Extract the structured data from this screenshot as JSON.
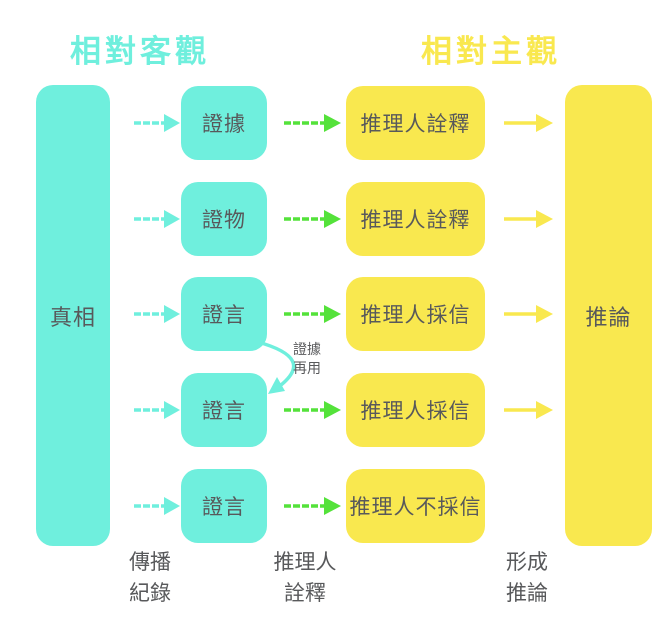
{
  "titles": {
    "left": "相對客觀",
    "right": "相對主觀"
  },
  "truth_box": {
    "label": "真相"
  },
  "inference_box": {
    "label": "推論"
  },
  "rows": [
    {
      "evidence": "證據",
      "judgment": "推理人詮釋",
      "to_inference": true
    },
    {
      "evidence": "證物",
      "judgment": "推理人詮釋",
      "to_inference": true
    },
    {
      "evidence": "證言",
      "judgment": "推理人採信",
      "to_inference": true
    },
    {
      "evidence": "證言",
      "judgment": "推理人採信",
      "to_inference": true
    },
    {
      "evidence": "證言",
      "judgment": "推理人不採信",
      "to_inference": false
    }
  ],
  "annotation": {
    "line1": "證據",
    "line2": "再用"
  },
  "stage_labels": [
    {
      "line1": "傳播",
      "line2": "紀錄"
    },
    {
      "line1": "推理人",
      "line2": "詮釋"
    },
    {
      "line1": "形成",
      "line2": "推論"
    }
  ],
  "colors": {
    "objective_cyan": "#6FEFDD",
    "subjective_yellow": "#F9E84F",
    "transition_green": "#54E23A",
    "text_dark_gray": "#58595B"
  }
}
